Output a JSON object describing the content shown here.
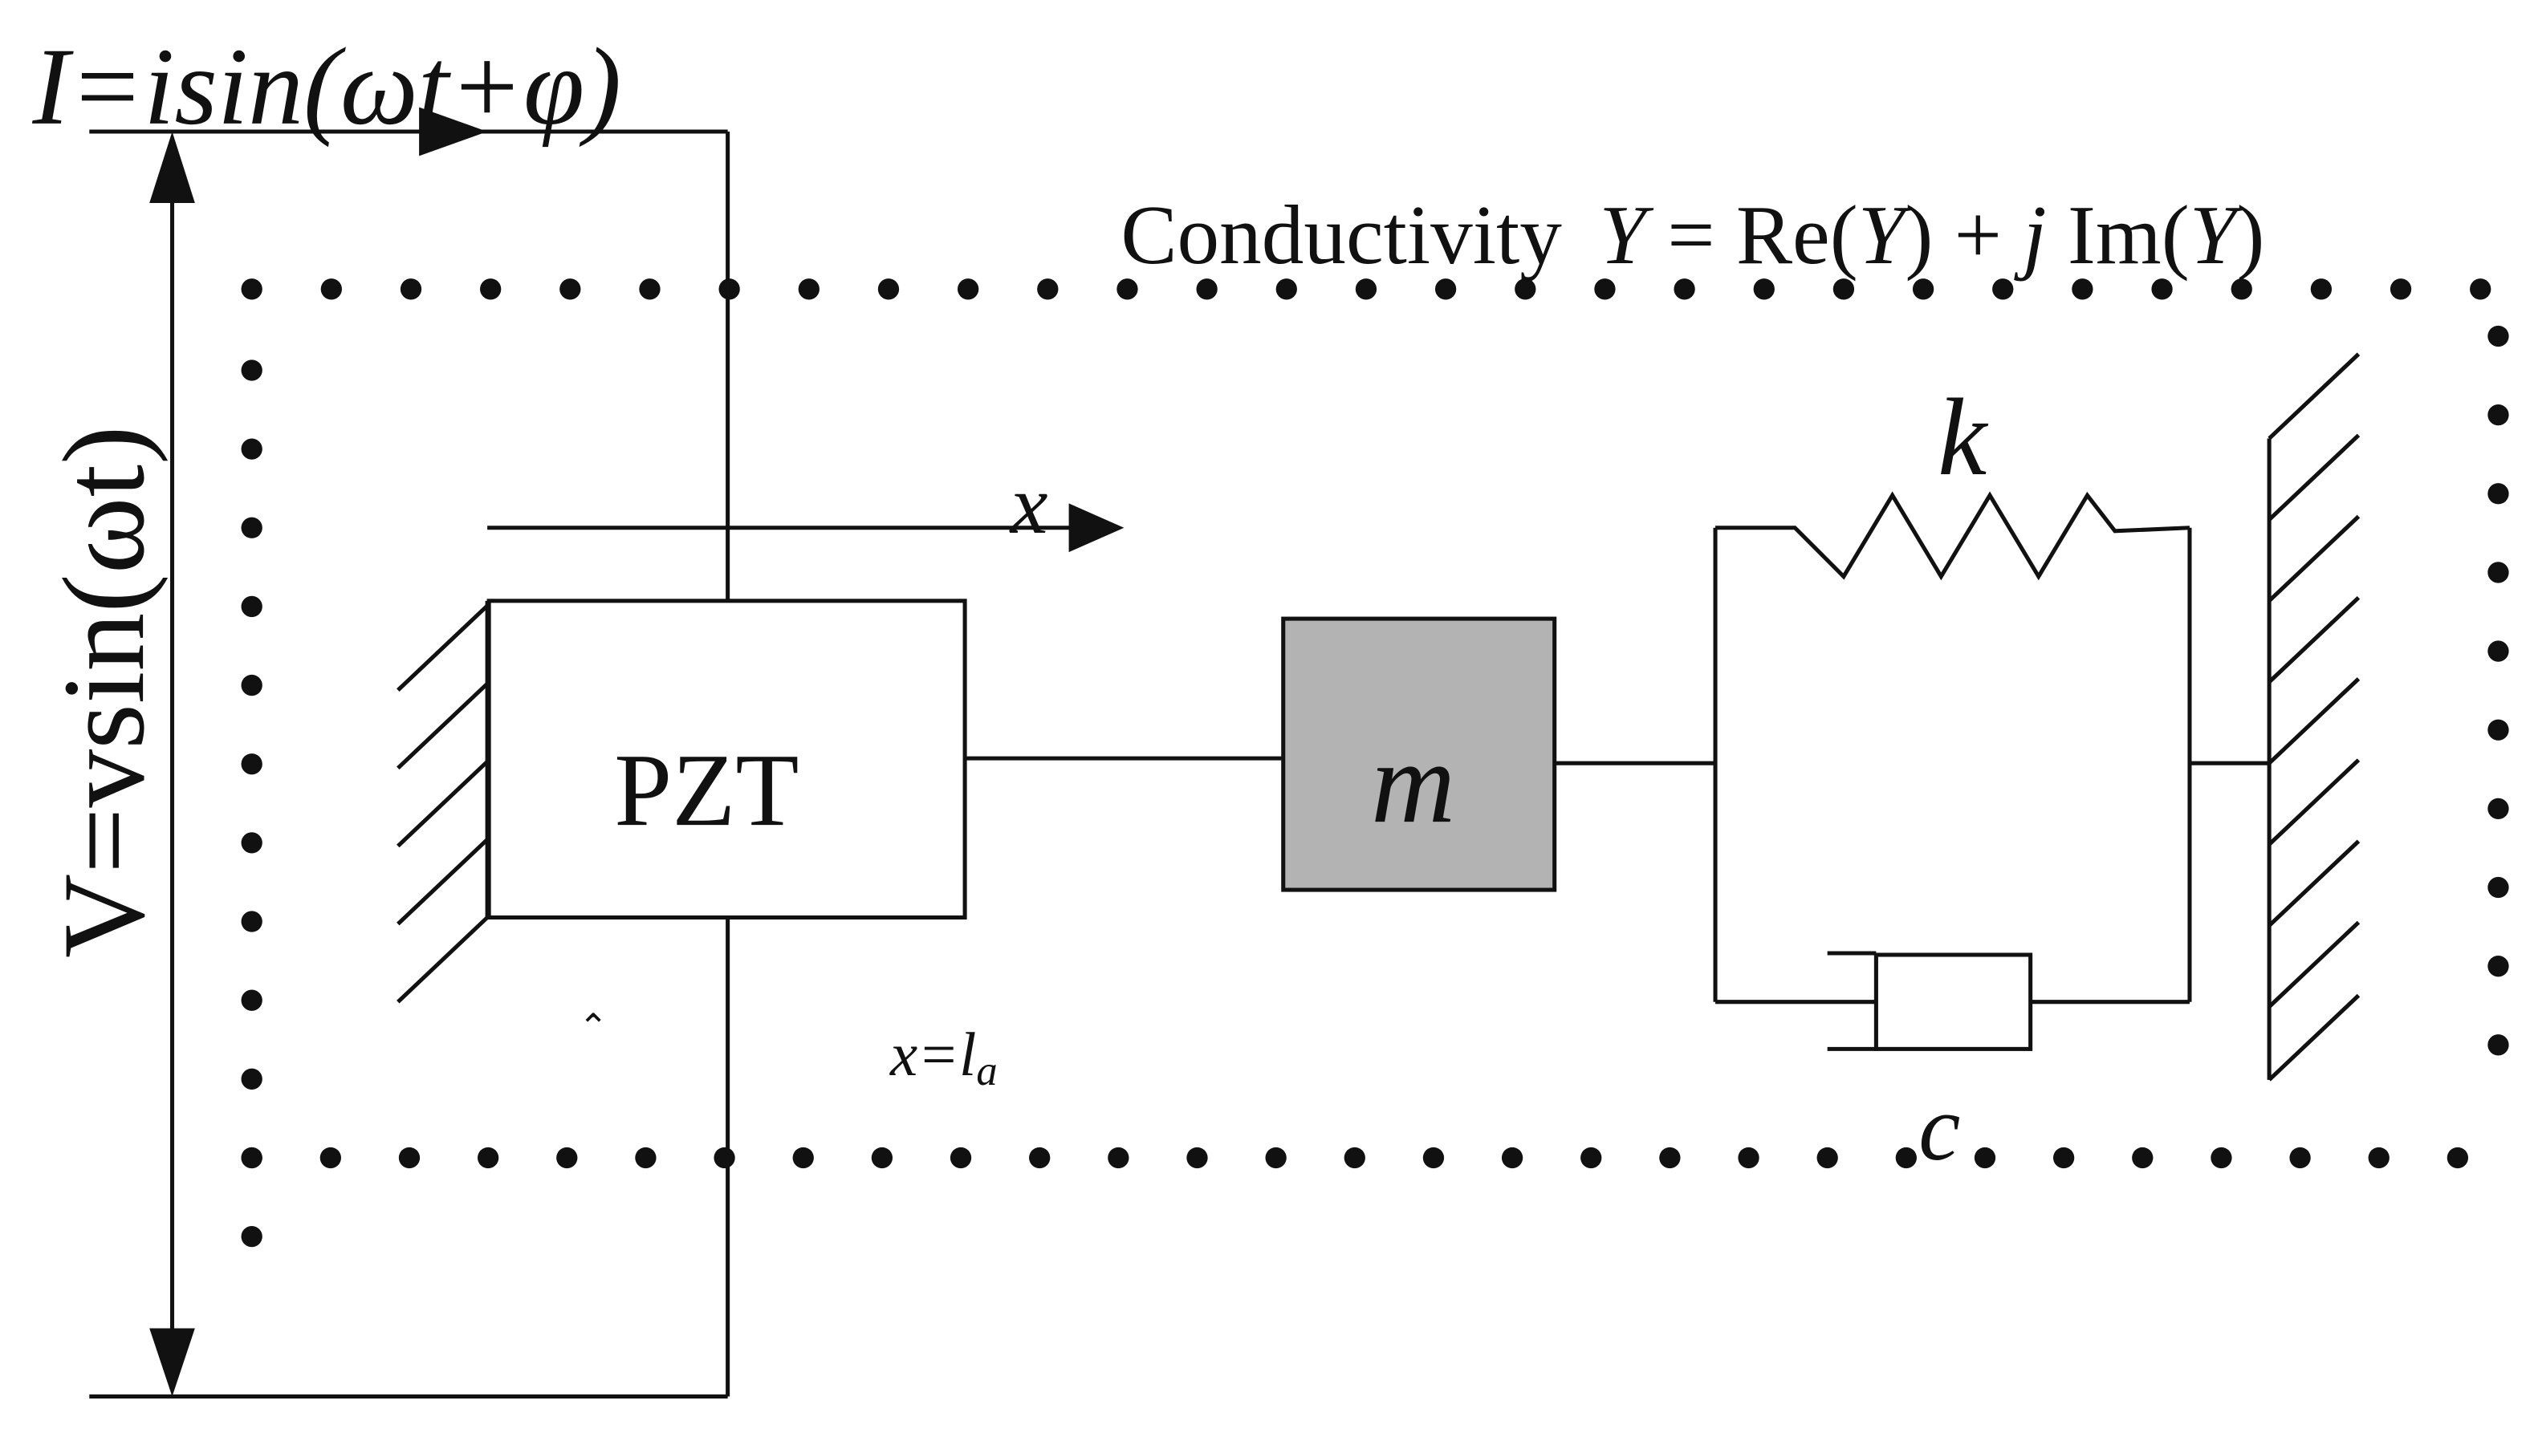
{
  "labels": {
    "current": "I=isin(ωt+φ)",
    "voltage": "V=vsin(ωt)",
    "conductivity_prefix": "Conductivity",
    "conductivity_Y": "Y",
    "conductivity_rest": " = Re(",
    "conductivity_Y2": "Y",
    "conductivity_mid": ") + ",
    "conductivity_j": "j",
    "conductivity_im": " Im(",
    "conductivity_Y3": "Y",
    "conductivity_end": ")",
    "axis_x": "x",
    "pzt": "PZT",
    "mass": "m",
    "spring": "k",
    "damper": "c",
    "position_x": "x=l",
    "position_sub": "a"
  },
  "colors": {
    "line": "#111111",
    "mass_fill": "#b3b3b3",
    "background": "#ffffff"
  }
}
